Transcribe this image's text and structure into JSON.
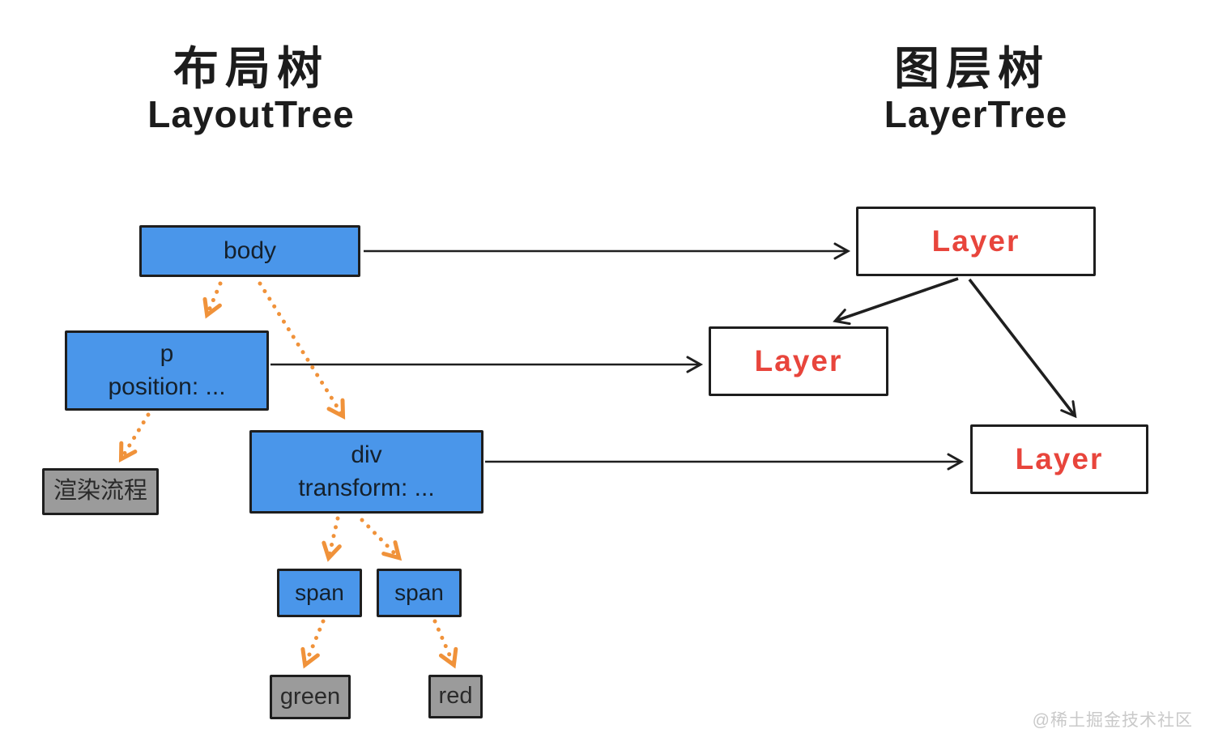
{
  "titles": {
    "layout_tree_zh": "布局树",
    "layout_tree_en": "LayoutTree",
    "layer_tree_zh": "图层树",
    "layer_tree_en": "LayerTree"
  },
  "diagram": {
    "layout_tree": {
      "body": "body",
      "p_line1": "p",
      "p_line2": "position: ...",
      "div_line1": "div",
      "div_line2": "transform: ...",
      "span_left": "span",
      "span_right": "span",
      "render_process": "渲染流程",
      "green": "green",
      "red": "red"
    },
    "layer_tree": {
      "layer1": "Layer",
      "layer2": "Layer",
      "layer3": "Layer"
    },
    "edges": {
      "solid_black": [
        "body→Layer1",
        "p→Layer2",
        "div→Layer3",
        "Layer1→Layer2",
        "Layer1→Layer3"
      ],
      "dotted_orange": [
        "body→p",
        "body→div",
        "p→渲染流程",
        "div→span(left)",
        "div→span(right)",
        "span(left)→green",
        "span(right)→red"
      ]
    }
  },
  "colors": {
    "node_blue": "#4a96ea",
    "node_gray": "#9b9b9b",
    "layer_text_red": "#e8453c",
    "arrow_orange": "#f0923a",
    "arrow_black": "#1f1f1f"
  },
  "watermark": "@稀土掘金技术社区"
}
